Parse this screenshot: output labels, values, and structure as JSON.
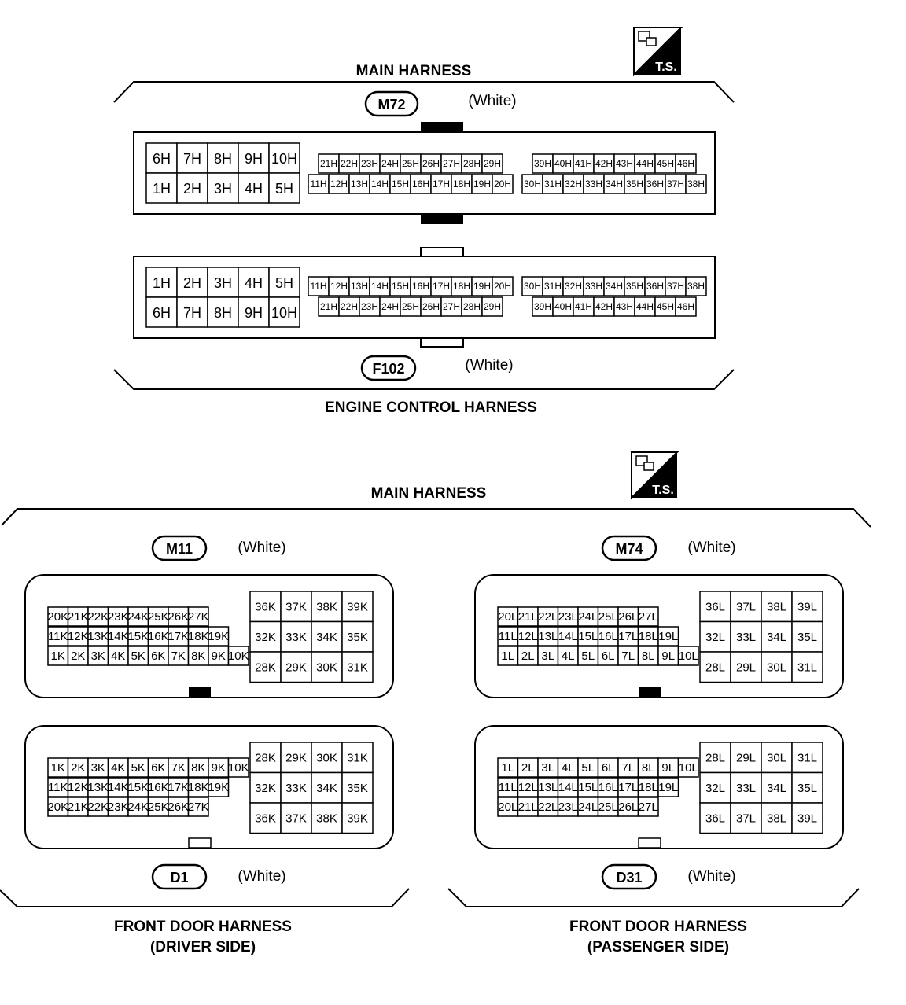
{
  "diagram": {
    "top": {
      "upper_harness": "MAIN HARNESS",
      "lower_harness": "ENGINE CONTROL HARNESS",
      "ts_badge": "T.S.",
      "upper_connector": {
        "id": "M72",
        "color": "(White)"
      },
      "lower_connector": {
        "id": "F102",
        "color": "(White)"
      }
    },
    "bottom": {
      "upper_harness": "MAIN HARNESS",
      "ts_badge": "T.S.",
      "left": {
        "upper_connector": {
          "id": "M11",
          "color": "(White)"
        },
        "lower_connector": {
          "id": "D1",
          "color": "(White)"
        },
        "harness_line1": "FRONT DOOR HARNESS",
        "harness_line2": "(DRIVER SIDE)"
      },
      "right": {
        "upper_connector": {
          "id": "M74",
          "color": "(White)"
        },
        "lower_connector": {
          "id": "D31",
          "color": "(White)"
        },
        "harness_line1": "FRONT DOOR HARNESS",
        "harness_line2": "(PASSENGER SIDE)"
      }
    },
    "pins": {
      "m72_big_top": [
        "6H",
        "7H",
        "8H",
        "9H",
        "10H"
      ],
      "m72_big_bottom": [
        "1H",
        "2H",
        "3H",
        "4H",
        "5H"
      ],
      "m72_mid_top": [
        "21H",
        "22H",
        "23H",
        "24H",
        "25H",
        "26H",
        "27H",
        "28H",
        "29H"
      ],
      "m72_mid_bottom": [
        "11H",
        "12H",
        "13H",
        "14H",
        "15H",
        "16H",
        "17H",
        "18H",
        "19H",
        "20H"
      ],
      "m72_right_top": [
        "39H",
        "40H",
        "41H",
        "42H",
        "43H",
        "44H",
        "45H",
        "46H"
      ],
      "m72_right_bottom": [
        "30H",
        "31H",
        "32H",
        "33H",
        "34H",
        "35H",
        "36H",
        "37H",
        "38H"
      ],
      "f102_big_top": [
        "1H",
        "2H",
        "3H",
        "4H",
        "5H"
      ],
      "f102_big_bottom": [
        "6H",
        "7H",
        "8H",
        "9H",
        "10H"
      ],
      "f102_mid_top": [
        "11H",
        "12H",
        "13H",
        "14H",
        "15H",
        "16H",
        "17H",
        "18H",
        "19H",
        "20H"
      ],
      "f102_mid_bottom": [
        "21H",
        "22H",
        "23H",
        "24H",
        "25H",
        "26H",
        "27H",
        "28H",
        "29H"
      ],
      "f102_right_top": [
        "30H",
        "31H",
        "32H",
        "33H",
        "34H",
        "35H",
        "36H",
        "37H",
        "38H"
      ],
      "f102_right_bottom": [
        "39H",
        "40H",
        "41H",
        "42H",
        "43H",
        "44H",
        "45H",
        "46H"
      ],
      "m11_rows": [
        [
          "20K",
          "21K",
          "22K",
          "23K",
          "24K",
          "25K",
          "26K",
          "27K"
        ],
        [
          "11K",
          "12K",
          "13K",
          "14K",
          "15K",
          "16K",
          "17K",
          "18K",
          "19K"
        ],
        [
          "1K",
          "2K",
          "3K",
          "4K",
          "5K",
          "6K",
          "7K",
          "8K",
          "9K",
          "10K"
        ]
      ],
      "m11_grid": [
        [
          "36K",
          "37K",
          "38K",
          "39K"
        ],
        [
          "32K",
          "33K",
          "34K",
          "35K"
        ],
        [
          "28K",
          "29K",
          "30K",
          "31K"
        ]
      ],
      "d1_rows": [
        [
          "1K",
          "2K",
          "3K",
          "4K",
          "5K",
          "6K",
          "7K",
          "8K",
          "9K",
          "10K"
        ],
        [
          "11K",
          "12K",
          "13K",
          "14K",
          "15K",
          "16K",
          "17K",
          "18K",
          "19K"
        ],
        [
          "20K",
          "21K",
          "22K",
          "23K",
          "24K",
          "25K",
          "26K",
          "27K"
        ]
      ],
      "d1_grid": [
        [
          "28K",
          "29K",
          "30K",
          "31K"
        ],
        [
          "32K",
          "33K",
          "34K",
          "35K"
        ],
        [
          "36K",
          "37K",
          "38K",
          "39K"
        ]
      ],
      "m74_rows": [
        [
          "20L",
          "21L",
          "22L",
          "23L",
          "24L",
          "25L",
          "26L",
          "27L"
        ],
        [
          "11L",
          "12L",
          "13L",
          "14L",
          "15L",
          "16L",
          "17L",
          "18L",
          "19L"
        ],
        [
          "1L",
          "2L",
          "3L",
          "4L",
          "5L",
          "6L",
          "7L",
          "8L",
          "9L",
          "10L"
        ]
      ],
      "m74_grid": [
        [
          "36L",
          "37L",
          "38L",
          "39L"
        ],
        [
          "32L",
          "33L",
          "34L",
          "35L"
        ],
        [
          "28L",
          "29L",
          "30L",
          "31L"
        ]
      ],
      "d31_rows": [
        [
          "1L",
          "2L",
          "3L",
          "4L",
          "5L",
          "6L",
          "7L",
          "8L",
          "9L",
          "10L"
        ],
        [
          "11L",
          "12L",
          "13L",
          "14L",
          "15L",
          "16L",
          "17L",
          "18L",
          "19L"
        ],
        [
          "20L",
          "21L",
          "22L",
          "23L",
          "24L",
          "25L",
          "26L",
          "27L"
        ]
      ],
      "d31_grid": [
        [
          "28L",
          "29L",
          "30L",
          "31L"
        ],
        [
          "32L",
          "33L",
          "34L",
          "35L"
        ],
        [
          "36L",
          "37L",
          "38L",
          "39L"
        ]
      ]
    }
  }
}
